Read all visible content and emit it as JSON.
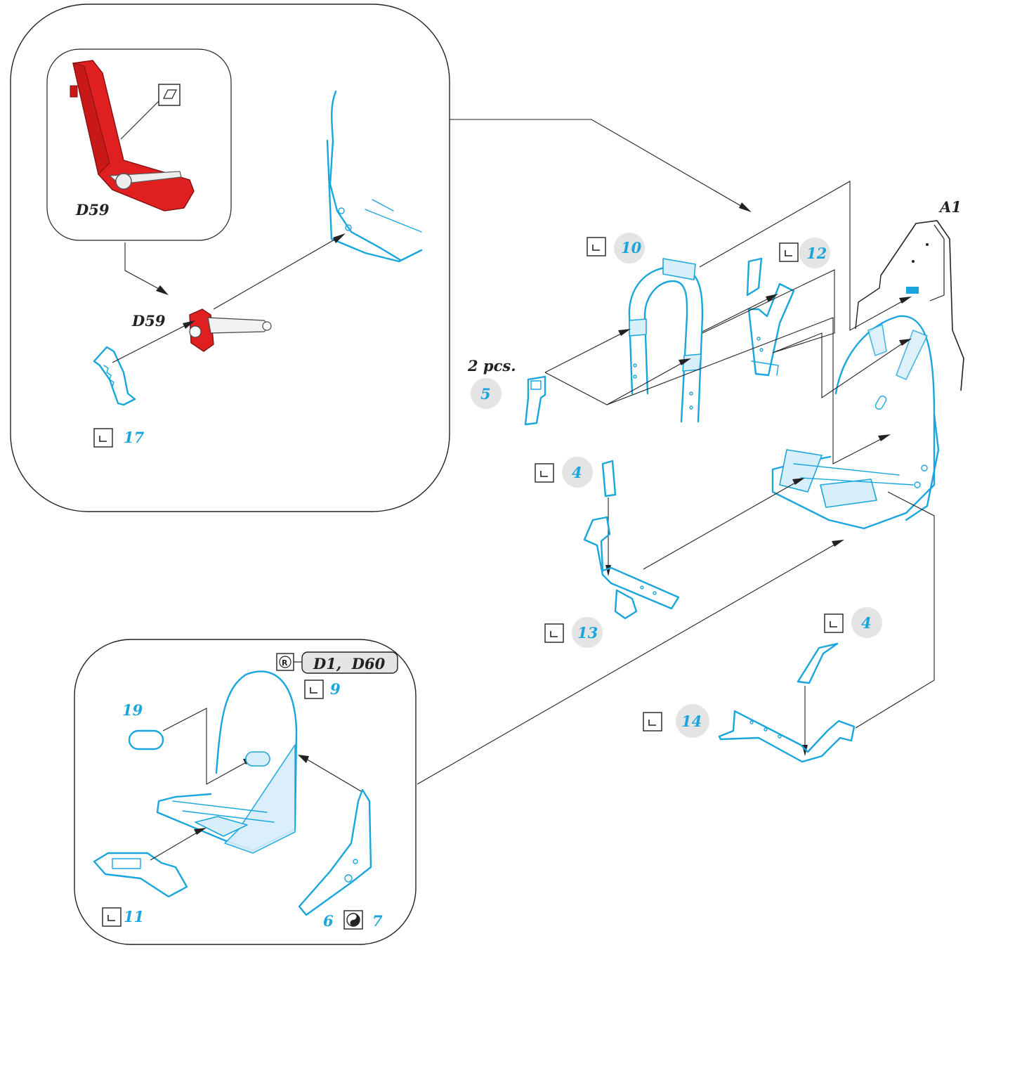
{
  "labels": {
    "top_inset_part_red": "D59",
    "top_inset_part_mech": "D59",
    "step_17": "17",
    "step_10": "10",
    "step_12": "12",
    "quantity": "2 pcs.",
    "step_5": "5",
    "step_4_upper": "4",
    "step_13": "13",
    "step_4_lower": "4",
    "step_14": "14",
    "part_a1": "A1",
    "bottom_inset_parts": "D1,  D60",
    "step_9": "9",
    "step_19": "19",
    "step_11": "11",
    "step_6": "6",
    "step_7": "7"
  },
  "icons": {
    "fold": "fold-icon",
    "mirror": "mirror-symmetry-icon",
    "remove": "remove-circle-icon",
    "paint": "paint-surface-icon"
  },
  "colors": {
    "photo_etch": "#1aa6dc",
    "red_part": "#e02020",
    "line": "#222222",
    "callout_bg": "#e4e4e4"
  }
}
